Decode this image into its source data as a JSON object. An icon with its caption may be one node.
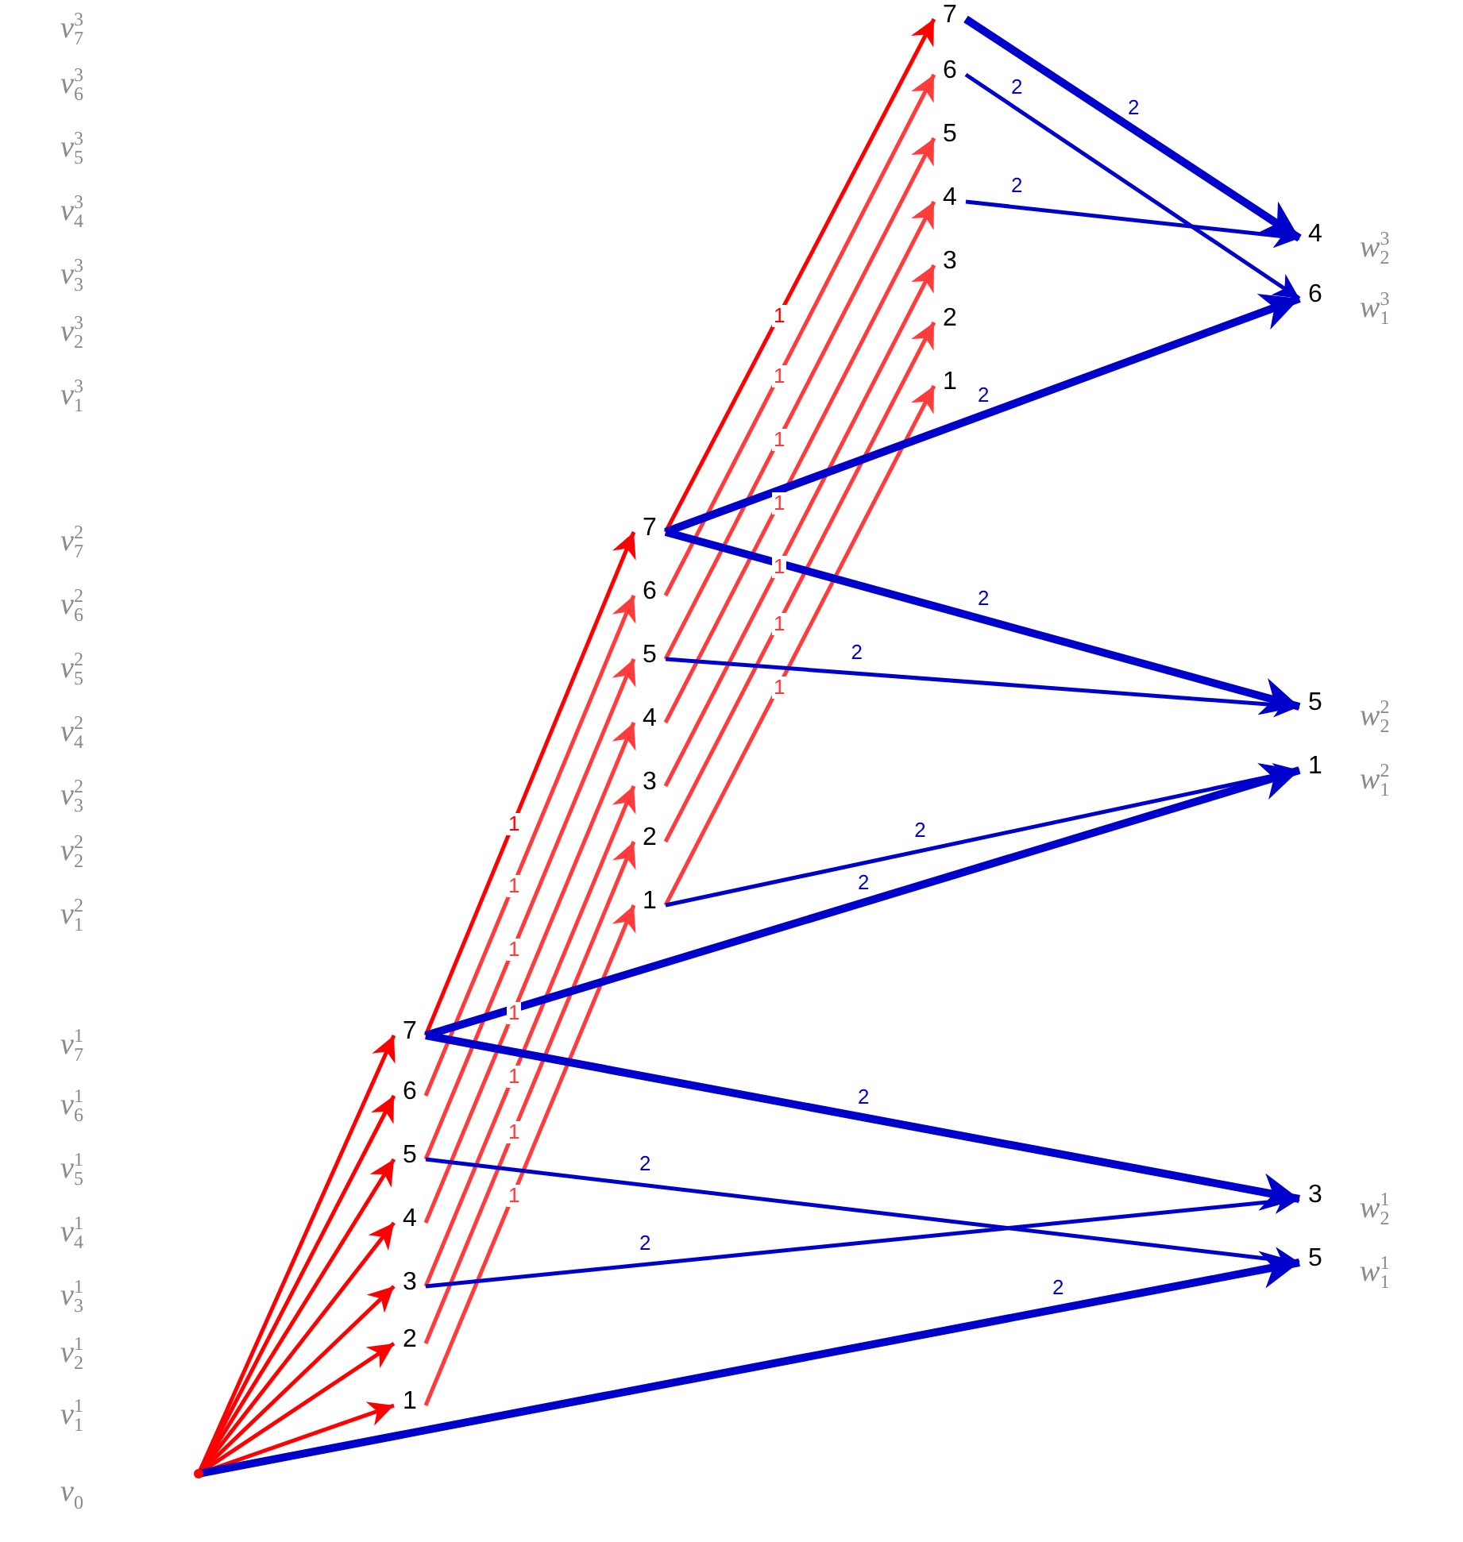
{
  "diagram": {
    "nodes": [
      {
        "text": [],
        "shape": "circle"
      },
      {
        "text": [
          "1"
        ]
      },
      {
        "text": [
          "2"
        ]
      },
      {
        "text": [
          "3"
        ]
      },
      {
        "text": [
          "4"
        ]
      },
      {
        "text": [
          "5"
        ]
      },
      {
        "text": [
          "6"
        ]
      },
      {
        "text": [
          "7"
        ]
      },
      {
        "text": [
          "1"
        ]
      },
      {
        "text": [
          "2"
        ]
      },
      {
        "text": [
          "3"
        ]
      },
      {
        "text": [
          "4"
        ]
      },
      {
        "text": [
          "5"
        ]
      },
      {
        "text": [
          "6"
        ]
      },
      {
        "text": [
          "7"
        ]
      },
      {
        "text": [
          "1"
        ]
      },
      {
        "text": [
          "2"
        ]
      },
      {
        "text": [
          "3"
        ]
      },
      {
        "text": [
          "4"
        ]
      },
      {
        "text": [
          "5"
        ]
      },
      {
        "text": [
          "6"
        ]
      },
      {
        "text": [
          "7"
        ]
      },
      {
        "text": [
          "3"
        ],
        "beside": [
          "w$_{2}$$^{1}$"
        ]
      },
      {
        "text": [
          "5"
        ],
        "beside": [
          "w$_{1}$$^{1}$"
        ]
      },
      {
        "text": [
          "5"
        ],
        "beside": [
          "w$_{2}$$^{2}$"
        ]
      },
      {
        "text": [
          "1"
        ],
        "beside": [
          "w$_{1}$$^{2}$"
        ]
      },
      {
        "text": [
          "4"
        ],
        "beside": [
          "w$_{2}$$^{3}$"
        ]
      },
      {
        "text": [
          "6"
        ],
        "beside": [
          "w$_{1}$$^{3}$"
        ]
      }
    ],
    "edges": [
      {
        "from": 0,
        "to": 1,
        "arrow": "to",
        "color": "#ff0000"
      },
      {
        "from": 0,
        "to": 2,
        "arrow": "to",
        "color": "#ff0000"
      },
      {
        "from": 0,
        "to": 3,
        "arrow": "to",
        "color": "#ff0000"
      },
      {
        "from": 0,
        "to": 4,
        "arrow": "to",
        "color": "#ff0000"
      },
      {
        "from": 0,
        "to": 5,
        "arrow": "to",
        "color": "#ff0000"
      },
      {
        "from": 0,
        "to": 6,
        "arrow": "to",
        "color": "#ff0000"
      },
      {
        "from": 0,
        "to": 7,
        "arrow": "to",
        "color": "#ff0000"
      },
      {
        "from": 1,
        "to": 8,
        "arrow": "to",
        "label": "1"
      },
      {
        "from": 2,
        "to": 9,
        "arrow": "to",
        "label": "1"
      },
      {
        "from": 3,
        "to": 10,
        "arrow": "to",
        "label": "1"
      },
      {
        "from": 4,
        "to": 11,
        "arrow": "to",
        "label": "1"
      },
      {
        "from": 5,
        "to": 12,
        "arrow": "to",
        "label": "1"
      },
      {
        "from": 6,
        "to": 13,
        "arrow": "to",
        "label": "1"
      },
      {
        "from": 7,
        "to": 14,
        "arrow": "to",
        "label": "1",
        "color": "#ff0000"
      },
      {
        "from": 8,
        "to": 15,
        "arrow": "to",
        "label": "1"
      },
      {
        "from": 9,
        "to": 16,
        "arrow": "to",
        "label": "1"
      },
      {
        "from": 10,
        "to": 17,
        "arrow": "to",
        "label": "1"
      },
      {
        "from": 11,
        "to": 18,
        "arrow": "to",
        "label": "1"
      },
      {
        "from": 12,
        "to": 19,
        "arrow": "to",
        "label": "1"
      },
      {
        "from": 13,
        "to": 20,
        "arrow": "to",
        "label": "1"
      },
      {
        "from": 14,
        "to": 21,
        "arrow": "to",
        "label": "1",
        "color": "#ff0000"
      },
      {
        "from": 0,
        "to": 23,
        "arrow": "to",
        "label": "2",
        "style": "thick",
        "color": "#0000cc"
      },
      {
        "from": 7,
        "to": 22,
        "arrow": "to",
        "label": "2",
        "style": "thick",
        "color": "#0000cc"
      },
      {
        "from": 5,
        "to": 23,
        "arrow": "to",
        "label": "2",
        "color": "#0000cc"
      },
      {
        "from": 3,
        "to": 22,
        "arrow": "to",
        "label": "2",
        "color": "#0000cc"
      },
      {
        "from": 7,
        "to": 25,
        "arrow": "to",
        "label": "2",
        "style": "thick",
        "color": "#0000cc"
      },
      {
        "from": 14,
        "to": 24,
        "arrow": "to",
        "label": "2",
        "style": "thick",
        "color": "#0000cc"
      },
      {
        "from": 12,
        "to": 24,
        "arrow": "to",
        "label": "2",
        "color": "#0000cc"
      },
      {
        "from": 8,
        "to": 25,
        "arrow": "to",
        "label": "2",
        "color": "#0000cc"
      },
      {
        "from": 14,
        "to": 27,
        "arrow": "to",
        "label": "2",
        "style": "thick",
        "color": "#0000cc"
      },
      {
        "from": 21,
        "to": 26,
        "arrow": "to",
        "label": "2",
        "style": "thick",
        "color": "#0000cc"
      },
      {
        "from": 20,
        "to": 27,
        "arrow": "to",
        "label": "2",
        "color": "#0000cc"
      },
      {
        "from": 18,
        "to": 26,
        "arrow": "to",
        "label": "2",
        "color": "#0000cc"
      }
    ],
    "labels": [
      "v$_{7}$$^{3}$",
      "v$_{6}$$^{3}$",
      "v$_{5}$$^{3}$",
      "v$_{4}$$^{3}$",
      "v$_{3}$$^{3}$",
      "v$_{2}$$^{3}$",
      "v$_{1}$$^{3}$",
      "v$_{7}$$^{2}$",
      "v$_{6}$$^{2}$",
      "v$_{5}$$^{2}$",
      "v$_{4}$$^{2}$",
      "v$_{3}$$^{2}$",
      "v$_{2}$$^{2}$",
      "v$_{1}$$^{2}$",
      "v$_{7}$$^{1}$",
      "v$_{6}$$^{1}$",
      "v$_{5}$$^{1}$",
      "v$_{4}$$^{1}$",
      "v$_{3}$$^{1}$",
      "v$_{2}$$^{1}$",
      "v$_{1}$$^{1}$",
      "v$_{0}$"
    ]
  }
}
